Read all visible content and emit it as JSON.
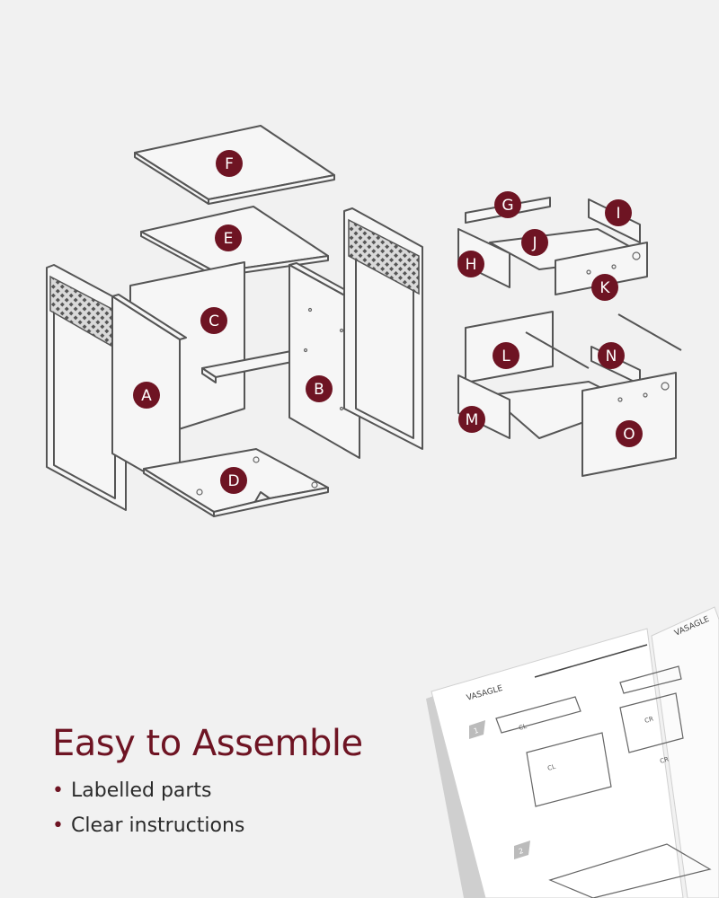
{
  "headline": "Easy to Assemble",
  "bullets": [
    "Labelled parts",
    "Clear instructions"
  ],
  "part_labels": [
    "A",
    "B",
    "C",
    "D",
    "E",
    "F",
    "G",
    "H",
    "I",
    "J",
    "K",
    "L",
    "M",
    "N",
    "O"
  ],
  "manual": {
    "brand": "VASAGLE",
    "brand_right": "VASAGLE",
    "step_numbers": [
      "1",
      "2"
    ],
    "labels": [
      "CL",
      "CR",
      "CL",
      "CR"
    ]
  },
  "colors": {
    "accent": "#6e1423",
    "background": "#f1f1f1",
    "text": "#2b2b2b"
  }
}
